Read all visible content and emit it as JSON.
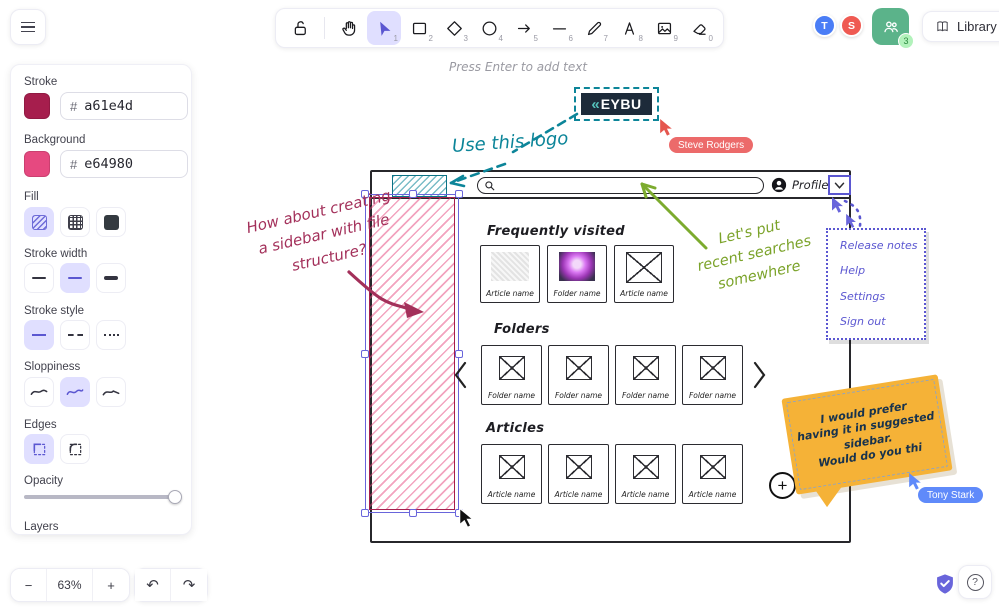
{
  "chrome": {
    "hint": "Press Enter to add text",
    "toolbar": {
      "tools": [
        {
          "name": "lock",
          "shortcut": ""
        },
        {
          "name": "hand",
          "shortcut": ""
        },
        {
          "name": "selection",
          "shortcut": "1",
          "active": true
        },
        {
          "name": "rectangle",
          "shortcut": "2"
        },
        {
          "name": "diamond",
          "shortcut": "3"
        },
        {
          "name": "ellipse",
          "shortcut": "4"
        },
        {
          "name": "arrow",
          "shortcut": "5"
        },
        {
          "name": "line",
          "shortcut": "6"
        },
        {
          "name": "draw",
          "shortcut": "7"
        },
        {
          "name": "text",
          "shortcut": "8"
        },
        {
          "name": "image",
          "shortcut": "9"
        },
        {
          "name": "eraser",
          "shortcut": "0"
        }
      ]
    },
    "collab": {
      "avatars": [
        {
          "initial": "T",
          "color": "#4a7df6"
        },
        {
          "initial": "S",
          "color": "#ef5a52"
        }
      ],
      "share_badge": "3",
      "library_label": "Library"
    }
  },
  "panel": {
    "stroke": {
      "label": "Stroke",
      "hash": "#",
      "hex": "a61e4d",
      "color": "#a61e4d"
    },
    "background": {
      "label": "Background",
      "hash": "#",
      "hex": "e64980",
      "color": "#e64980"
    },
    "fill": {
      "label": "Fill",
      "options": [
        "hachure",
        "cross-hatch",
        "solid"
      ],
      "selected": "hachure"
    },
    "stroke_width": {
      "label": "Stroke width",
      "options": [
        "thin",
        "bold",
        "extra-bold"
      ],
      "selected": "bold"
    },
    "stroke_style": {
      "label": "Stroke style",
      "options": [
        "solid",
        "dashed",
        "dotted"
      ],
      "selected": "solid"
    },
    "sloppiness": {
      "label": "Sloppiness",
      "options": [
        "architect",
        "artist",
        "cartoonist"
      ],
      "selected": "artist"
    },
    "edges": {
      "label": "Edges",
      "options": [
        "sharp",
        "round"
      ],
      "selected": "sharp"
    },
    "opacity": {
      "label": "Opacity",
      "value": 100
    },
    "layers": {
      "label": "Layers"
    }
  },
  "footer": {
    "zoom_out": "−",
    "zoom_level": "63%",
    "zoom_in": "+",
    "help": "?"
  },
  "canvas": {
    "logo": {
      "mark": "«",
      "text": "EYBU"
    },
    "use_this_logo": "Use this logo",
    "cursor_steve": "Steve Rodgers",
    "cursor_tony": "Tony Stark",
    "profile_label": "Profile",
    "freq_title": "Frequently visited",
    "freq_cards": [
      {
        "label": "Article name"
      },
      {
        "label": "Folder name"
      },
      {
        "label": "Article name"
      }
    ],
    "folders_title": "Folders",
    "folder_cards": [
      {
        "label": "Folder name"
      },
      {
        "label": "Folder name"
      },
      {
        "label": "Folder name"
      },
      {
        "label": "Folder name"
      }
    ],
    "articles_title": "Articles",
    "article_cards": [
      {
        "label": "Article name"
      },
      {
        "label": "Article name"
      },
      {
        "label": "Article name"
      },
      {
        "label": "Article name"
      }
    ],
    "menu_items": [
      "Release notes",
      "Help",
      "Settings",
      "Sign out"
    ],
    "note_lines": [
      "I would prefer",
      "having it in suggested",
      "sidebar.",
      "Would do you thi"
    ],
    "annotations": {
      "sidebar_q": [
        "How about creating",
        "a sidebar with file",
        "structure?"
      ],
      "searches": [
        "Let's put",
        "recent searches",
        "somewhere"
      ]
    },
    "plus": "+"
  },
  "colors": {
    "accent": "#5b57d1",
    "selected_bg": "#e0dfff",
    "stroke_swatch": "#a61e4d",
    "background_swatch": "#e64980",
    "collab_green": "#5bb38a",
    "avatar_t": "#4a7df6",
    "avatar_s": "#ef5a52",
    "teal": "#0c8599",
    "annotation_green": "#7ba32a",
    "annotation_maroon": "#a3305a",
    "sticky_orange": "#f5b237",
    "tony_blue": "#5f8afa",
    "steve_red": "#ec6a6a",
    "shield_purple": "#6965db"
  }
}
